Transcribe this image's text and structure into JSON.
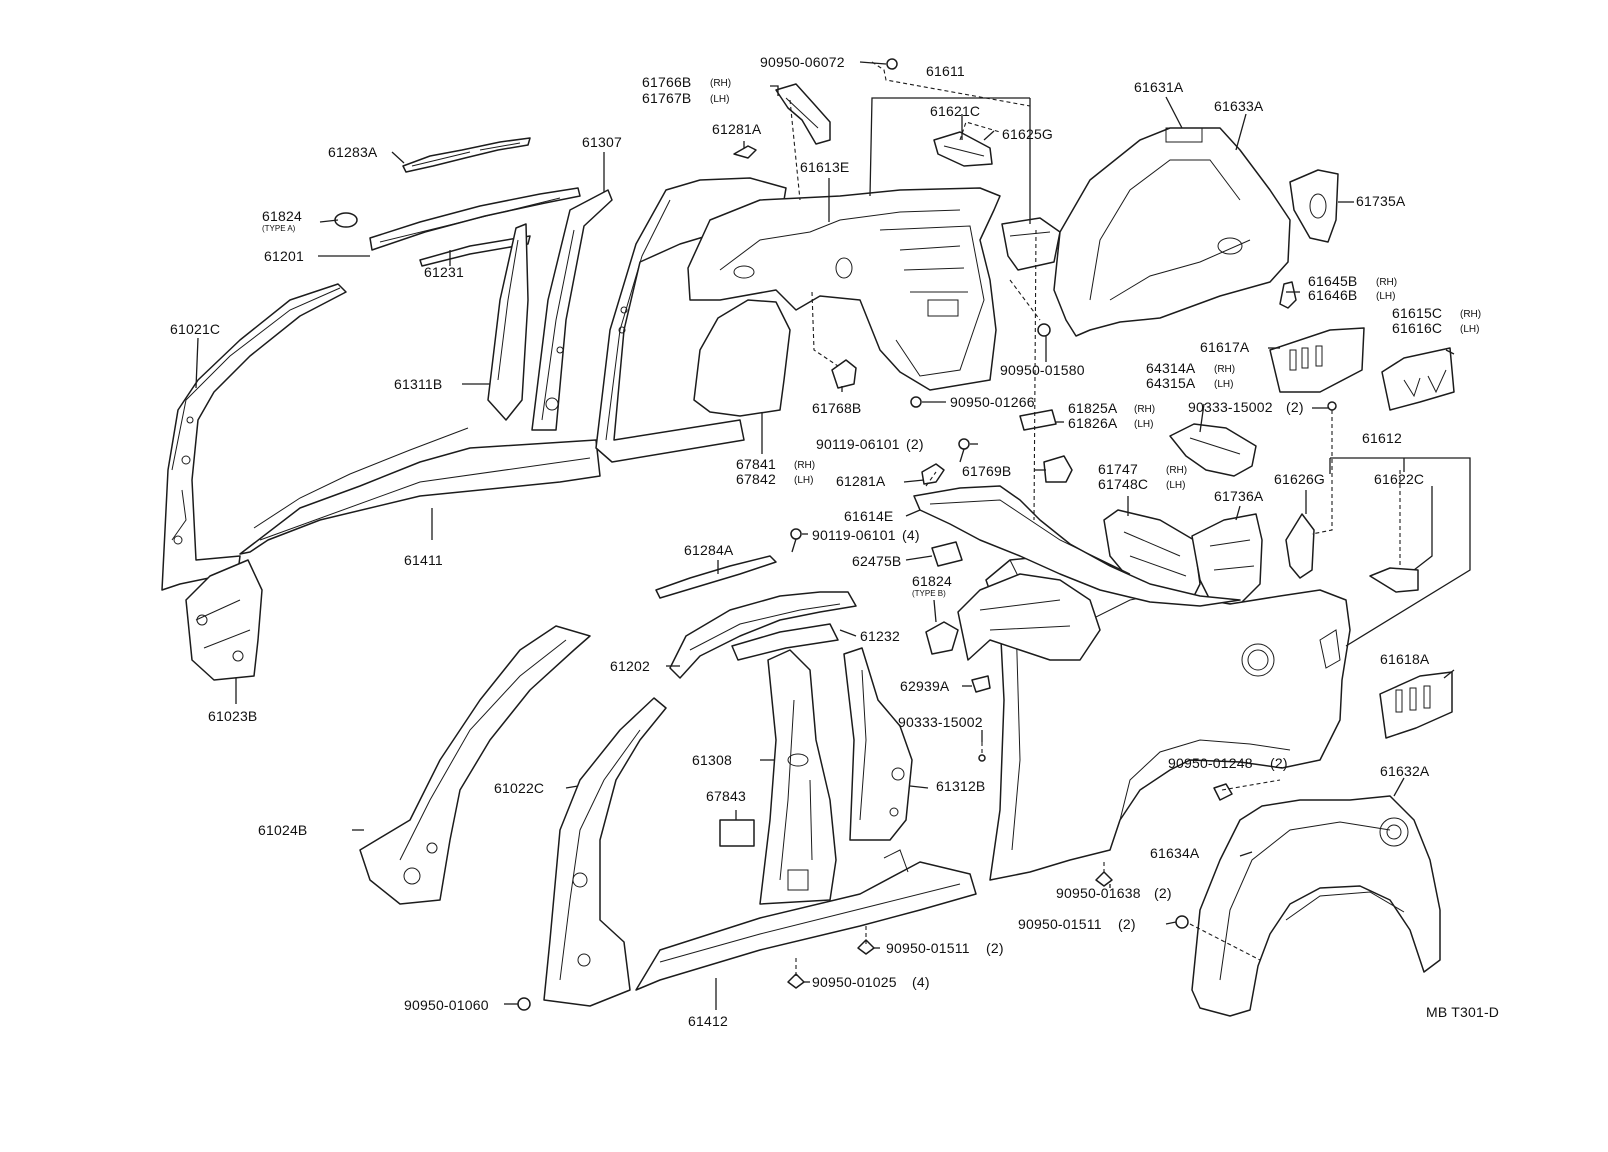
{
  "diagram": {
    "code": "MB T301-D",
    "labels": {
      "l61283A": "61283A",
      "l61307": "61307",
      "l61281A_top": "61281A",
      "l61766B": "61766B",
      "l61767B": "61767B",
      "l90950_06072": "90950-06072",
      "l61611": "61611",
      "l61621C": "61621C",
      "l61625G": "61625G",
      "l61613E": "61613E",
      "l61631A": "61631A",
      "l61633A": "61633A",
      "l61735A": "61735A",
      "l61824a": "61824",
      "l61201": "61201",
      "l61231": "61231",
      "l61021C": "61021C",
      "l61311B": "61311B",
      "l61411": "61411",
      "l61023B": "61023B",
      "l61768B": "61768B",
      "l67841": "67841",
      "l67842": "67842",
      "l90950_01580": "90950-01580",
      "l90950_01266": "90950-01266",
      "l61645B": "61645B",
      "l61646B": "61646B",
      "l61615C": "61615C",
      "l61616C": "61616C",
      "l61617A": "61617A",
      "l64314A": "64314A",
      "l64315A": "64315A",
      "l90333_15002a": "90333-15002",
      "l61825A": "61825A",
      "l61826A": "61826A",
      "l90119_06101a": "90119-06101",
      "l61281A_mid": "61281A",
      "l61769B": "61769B",
      "l61747": "61747",
      "l61748C": "61748C",
      "l61612": "61612",
      "l61614E": "61614E",
      "l61736A": "61736A",
      "l61626G": "61626G",
      "l61622C": "61622C",
      "l90119_06101b": "90119-06101",
      "l61284A": "61284A",
      "l62475B": "62475B",
      "l61824b": "61824",
      "l61232": "61232",
      "l61202": "61202",
      "l62939A": "62939A",
      "l61618A": "61618A",
      "l90333_15002b": "90333-15002",
      "l61308": "61308",
      "l61022C": "61022C",
      "l67843": "67843",
      "l61312B": "61312B",
      "l90950_01248": "90950-01248",
      "l61632A": "61632A",
      "l61024B": "61024B",
      "l61634A": "61634A",
      "l90950_01638": "90950-01638",
      "l90950_01511a": "90950-01511",
      "l90950_01511b": "90950-01511",
      "l90950_01025": "90950-01025",
      "l90950_01060": "90950-01060",
      "l61412": "61412"
    },
    "suffixes": {
      "rh": "(RH)",
      "lh": "(LH)",
      "type_a": "(TYPE A)",
      "type_b": "(TYPE B)",
      "q2": "(2)",
      "q4": "(4)"
    }
  }
}
